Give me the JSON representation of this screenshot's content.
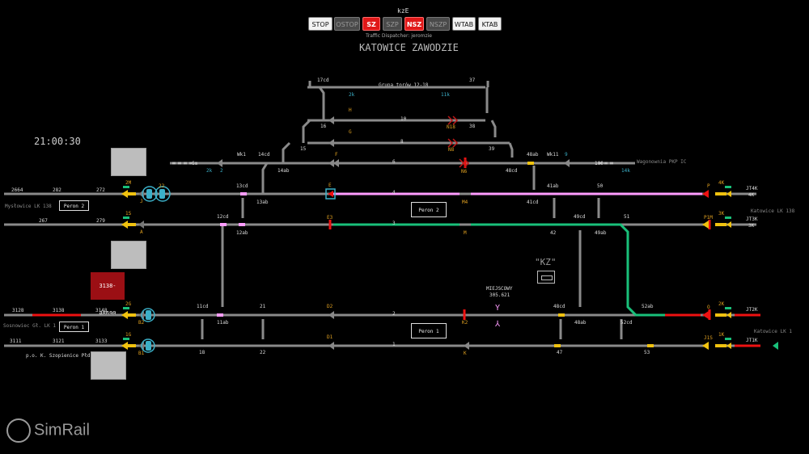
{
  "header": {
    "station_code": "kzE",
    "dispatcher": "Traffic Dispatcher: jeromzie",
    "station_name": "KATOWICE ZAWODZIE",
    "clock": "21:00:30"
  },
  "toolbar": {
    "stop": "STOP",
    "ostop": "OSTOP",
    "sz": "SZ",
    "szp": "SZP",
    "nsz": "NSZ",
    "nszp": "NSZP",
    "wtab": "WTAB",
    "ktab": "KTAB"
  },
  "platforms": {
    "peron2_left": "Peron 2",
    "peron1_left": "Peron 1",
    "peron2_mid": "Peron 2",
    "peron1_mid": "Peron 1"
  },
  "train_number": "3138-48690",
  "direction_labels": {
    "myslowice": "Mysłowice LK 138",
    "sosnowiec": "Sosnowiec Gł. LK 1",
    "katowice_138": "Katowice LK 138",
    "katowice_1": "Katowice LK 1",
    "szopienice": "p.o.  K. Szopienice Płd",
    "wagonownia": "Wagonownia PKP IC",
    "grupa": "Grupa torów 12-18",
    "kz": "\"KZ\"",
    "miejscowy": "MIEJSCOWY",
    "km": "305.621"
  },
  "tracks": {
    "t6": "6",
    "t4": "4",
    "t3": "3",
    "t2": "2",
    "t1": "1",
    "t8": "8",
    "t10": "10",
    "t6m": "6m",
    "t100": "100"
  },
  "blocks": {
    "b2664": "2664",
    "b282": "282",
    "b272": "272",
    "b267": "267",
    "b279": "279",
    "b3128": "3128",
    "b3138": "3138",
    "b3148": "3148",
    "b3111": "3111",
    "b3121": "3121",
    "b3133": "3133",
    "jt4k": "JT4K",
    "jt3k": "JT3K",
    "jt2k": "JT2K",
    "jt1k": "JT1K",
    "k4": "4K",
    "k3": "3K",
    "v2k": "2K",
    "v1k": "1K"
  },
  "signals": {
    "m2": "2M",
    "s1": "1S",
    "g2": "2G",
    "g1": "1G",
    "j": "J",
    "a": "A",
    "b2": "B2",
    "b1": "B1",
    "e": "E",
    "e3": "E3",
    "d2": "D2",
    "d1": "D1",
    "m4": "M4",
    "m": "M",
    "k2": "K2",
    "k": "K",
    "f": "F",
    "g": "G",
    "h": "H",
    "n6": "N6",
    "n8": "N8",
    "n18": "N18",
    "p": "P",
    "p1m": "P1M",
    "o": "O",
    "j1s": "J1S",
    "rp4k": "4K",
    "rp3k": "3K",
    "rp2k": "2K",
    "rp1k": "1K",
    "wk1": "Wk1",
    "wk11": "Wk11",
    "v2": "2",
    "v9": "9",
    "v2k": "2k",
    "v11k": "11k",
    "v14k": "14k",
    "v22": "22"
  },
  "switches": {
    "s17cd": "17cd",
    "s37": "37",
    "s16": "16",
    "s38": "38",
    "s15": "15",
    "s39": "39",
    "s14cd": "14cd",
    "s14ab": "14ab",
    "s13cd": "13cd",
    "s13ab": "13ab",
    "s12cd": "12cd",
    "s12ab": "12ab",
    "s11cd": "11cd",
    "s11ab": "11ab",
    "s21": "21",
    "s18": "18",
    "s22": "22",
    "s48ab_top": "48ab",
    "s48cd_top": "48cd",
    "s41ab": "41ab",
    "s50": "50",
    "s41cd": "41cd",
    "s49cd": "49cd",
    "s49ab": "49ab",
    "s51": "51",
    "s42": "42",
    "s48cd": "48cd",
    "s48ab": "48ab",
    "s52ab": "52ab",
    "s52cd": "52cd",
    "s47": "47",
    "s53": "53"
  },
  "colors": {
    "track": "#8a8a8a",
    "route_pink": "#ff9cff",
    "route_green": "#19c07a",
    "occupied_red": "#e11",
    "signal_yellow": "#f0c20f",
    "signal_red": "#e11",
    "signal_amber": "#e0a020"
  }
}
